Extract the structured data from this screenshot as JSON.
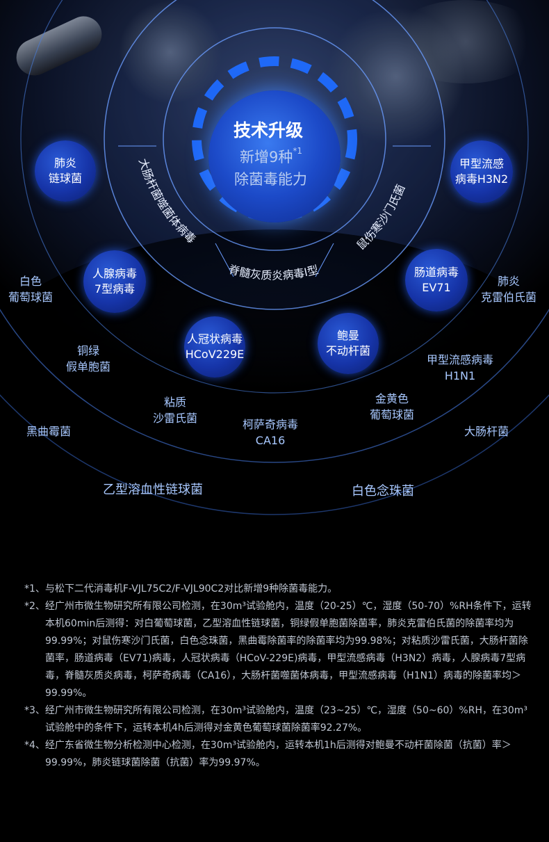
{
  "center": {
    "title": "技术升级",
    "line1": "新增9种",
    "footnote_mark": "*1",
    "line2": "除菌毒能力"
  },
  "arc_labels": {
    "left": "大肠杆菌噬菌体病毒",
    "bottom": "脊髓灰质炎病毒Ⅰ型",
    "right": "鼠伤寒沙门氏菌"
  },
  "circles": {
    "pneumonia_strep": [
      "肺炎",
      "链球菌"
    ],
    "flu_h3n2": [
      "甲型流感",
      "病毒H3N2"
    ],
    "adenovirus7": [
      "人腺病毒",
      "7型病毒"
    ],
    "enterovirus71": [
      "肠道病毒",
      "EV71"
    ],
    "hcov229e": [
      "人冠状病毒",
      "HCoV229E"
    ],
    "pseudomonas_fluorescens": [
      "鲍曼",
      "不动杆菌"
    ]
  },
  "labels": {
    "white_staph": [
      "白色",
      "葡萄球菌"
    ],
    "klebsiella": [
      "肺炎",
      "克雷伯氏菌"
    ],
    "pseudomonas": [
      "铜绿",
      "假单胞菌"
    ],
    "flu_h1n1": [
      "甲型流感病毒",
      "H1N1"
    ],
    "serratia": [
      "粘质",
      "沙雷氏菌"
    ],
    "gold_staph": [
      "金黄色",
      "葡萄球菌"
    ],
    "coxsackie": [
      "柯萨奇病毒",
      "CA16"
    ],
    "aspergillus": "黑曲霉菌",
    "ecoli": "大肠杆菌",
    "strep_b": "乙型溶血性链球菌",
    "candida": "白色念珠菌"
  },
  "notes": [
    "*1、与松下二代消毒机F-VJL75C2/F-VJL90C2对比新增9种除菌毒能力。",
    "*2、经广州市微生物研究所有限公司检测，在30m³试验舱内，温度（20-25）℃，湿度（50-70）%RH条件下，运转本机60min后测得：对白葡萄球菌，乙型溶血性链球菌，铜绿假单胞菌除菌率，肺炎克雷伯氏菌的除菌率均为99.99%；对鼠伤寒沙门氏菌，白色念珠菌，黑曲霉除菌率的除菌率均为99.98%；对粘质沙雷氏菌，大肠杆菌除菌率，肠道病毒（EV71)病毒，人冠状病毒（HCoV-229E)病毒，甲型流感病毒（H3N2）病毒，人腺病毒7型病毒，脊髓灰质炎病毒，柯萨奇病毒（CA16），大肠杆菌噬菌体病毒，甲型流感病毒（H1N1）病毒的除菌率均＞99.99%。",
    "*3、经广州市微生物研究所有限公司检测，在30m³试验舱内，温度（23~25）℃，湿度（50~60）%RH，在30m³试验舱中的条件下，运转本机4h后测得对金黄色葡萄球菌除菌率92.27%。",
    "*4、经广东省微生物分析检测中心检测，在30m³试验舱内，运转本机1h后测得对鲍曼不动杆菌除菌（抗菌）率＞99.99%，肺炎链球菌除菌（抗菌）率为99.97%。"
  ]
}
